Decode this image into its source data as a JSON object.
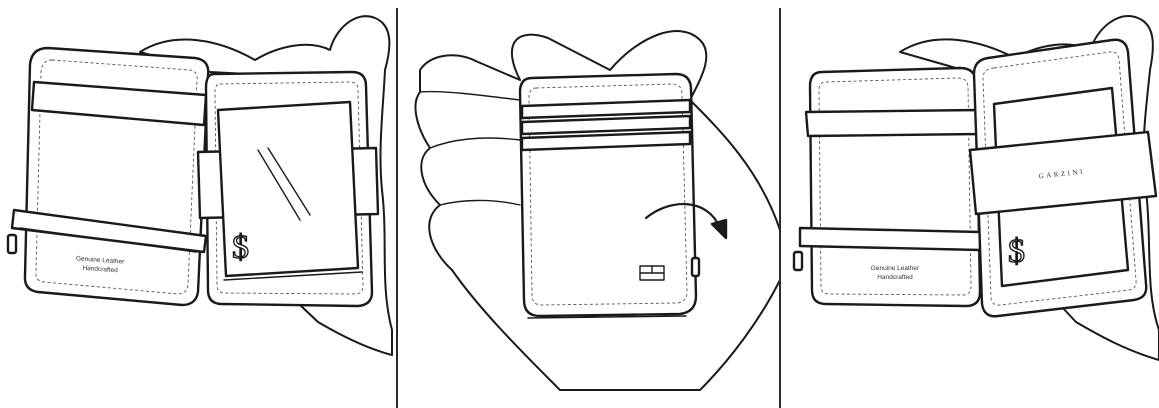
{
  "panels": [
    {
      "id": "step-open",
      "imprint_line1": "Genuine Leather",
      "imprint_line2": "Handcrafted",
      "note_symbol": "$"
    },
    {
      "id": "step-flip"
    },
    {
      "id": "step-closed",
      "brand_text": "GARZINI",
      "imprint_line1": "Genuine Leather",
      "imprint_line2": "Handcrafted",
      "note_symbol": "$"
    }
  ],
  "colors": {
    "ink": "#1a1a1a",
    "background": "#ffffff",
    "stitch": "#555555"
  }
}
